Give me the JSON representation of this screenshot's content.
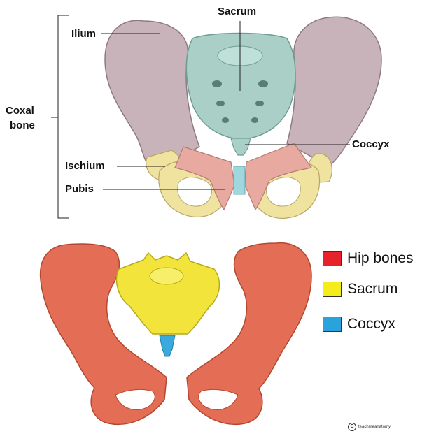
{
  "top_figure": {
    "labels": {
      "ilium": "Ilium",
      "sacrum": "Sacrum",
      "coxal_line1": "Coxal",
      "coxal_line2": "bone",
      "coccyx": "Coccyx",
      "ischium": "Ischium",
      "pubis": "Pubis"
    },
    "colors": {
      "ilium": "#c9b3bb",
      "sacrum": "#a9cfc6",
      "ischium": "#f0e3a0",
      "pubis": "#e7a9a0",
      "coccyx_link": "#9fd7de"
    }
  },
  "bottom_figure": {
    "colors": {
      "hip": "#e46e55",
      "sacrum": "#f2e43a",
      "coccyx": "#3aa9dc"
    }
  },
  "legend": {
    "items": [
      {
        "label": "Hip bones",
        "color": "#e8222a"
      },
      {
        "label": "Sacrum",
        "color": "#f5ec1c"
      },
      {
        "label": "Coccyx",
        "color": "#2aa3dc"
      }
    ]
  },
  "credit": {
    "text": "teachmeanatomy"
  }
}
